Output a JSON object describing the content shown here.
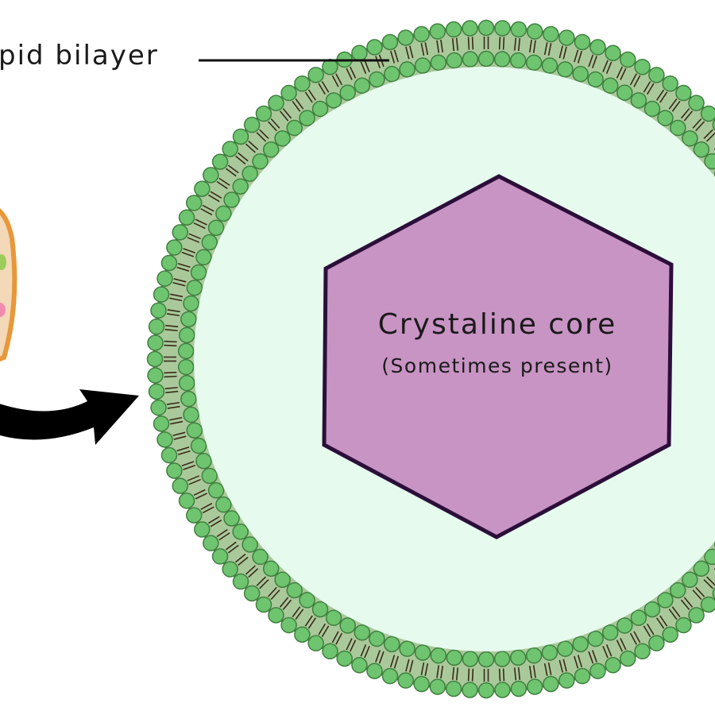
{
  "labels": {
    "bilayer": "pid bilayer",
    "core_title": "Crystaline core",
    "core_subtitle": "(Sometimes present)"
  },
  "colors": {
    "head_fill": "#6fc46f",
    "head_stroke": "#3f7f3f",
    "membrane_fill": "#a9c99a",
    "tail": "#3a2a1a",
    "interior": "#e6fbee",
    "core_fill": "#c894c4",
    "core_stroke": "#2b0f3a",
    "cell_outline": "#e8973a"
  }
}
